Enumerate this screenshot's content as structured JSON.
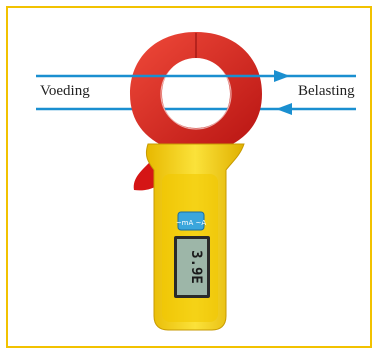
{
  "labels": {
    "left": "Voeding",
    "right": "Belasting"
  },
  "meter": {
    "display_value": "3.9E",
    "range_label": "~mA ~A"
  },
  "colors": {
    "frame": "#f2c200",
    "wire": "#1a8fd0",
    "jaw": "#e02020",
    "body": "#f6d500",
    "display": "#9db6a8"
  },
  "icons": [
    "clamp-meter-icon",
    "arrow-right-icon",
    "arrow-left-icon"
  ]
}
